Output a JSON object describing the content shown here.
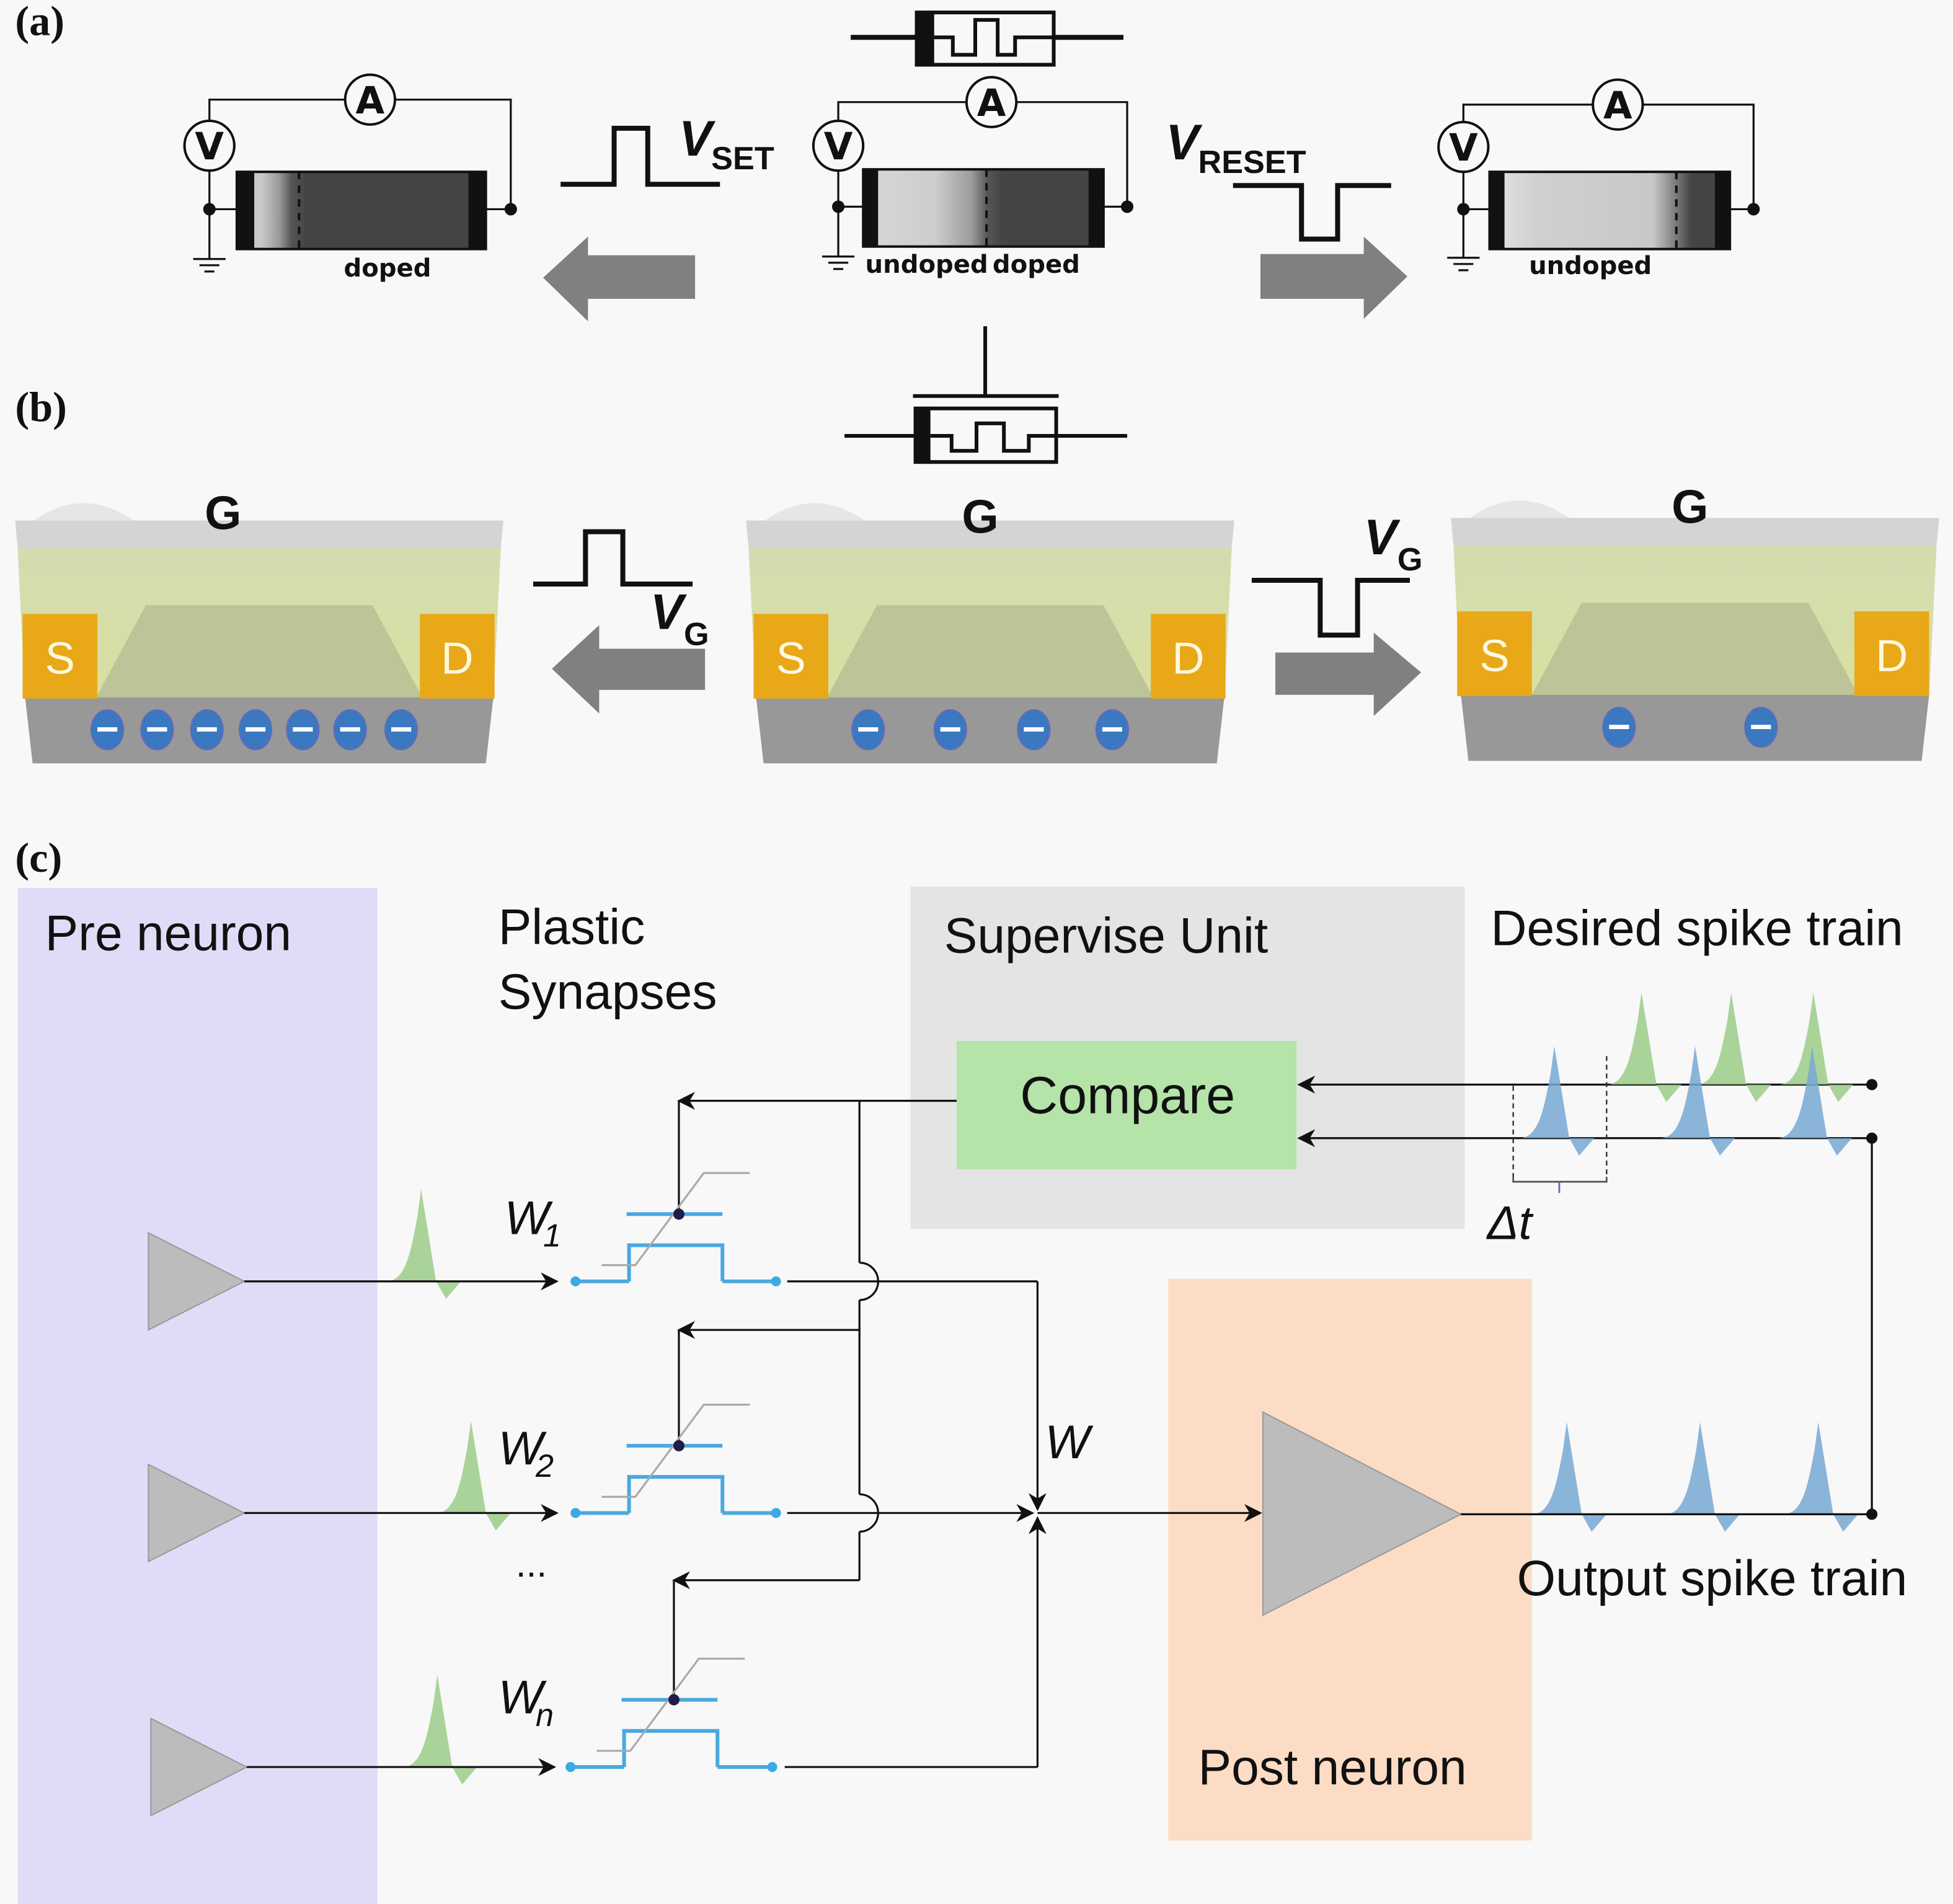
{
  "panels": {
    "a": {
      "label": "(a)",
      "devices": [
        {
          "state_label": "doped",
          "meter_v": "V",
          "meter_a": "A"
        },
        {
          "state_label_left": "undoped",
          "state_label_right": "doped",
          "meter_v": "V",
          "meter_a": "A"
        },
        {
          "state_label": "undoped",
          "meter_v": "V",
          "meter_a": "A"
        }
      ],
      "set_pulse": {
        "main": "V",
        "subscript": "SET"
      },
      "reset_pulse": {
        "main": "V",
        "subscript": "RESET"
      }
    },
    "b": {
      "label": "(b)",
      "transistors": [
        {
          "gate": "G",
          "source": "S",
          "drain": "D",
          "electron_count": 7
        },
        {
          "gate": "G",
          "source": "S",
          "drain": "D",
          "electron_count": 4
        },
        {
          "gate": "G",
          "source": "S",
          "drain": "D",
          "electron_count": 2
        }
      ],
      "left_pulse": {
        "main": "V",
        "subscript": "G"
      },
      "right_pulse": {
        "main": "V",
        "subscript": "G"
      },
      "electron_symbol": "−"
    },
    "c": {
      "label": "(c)",
      "pre_neuron": {
        "title": "Pre neuron"
      },
      "plastic_synapses": {
        "title_line1": "Plastic",
        "title_line2": "Synapses"
      },
      "supervise_unit": {
        "title": "Supervise Unit",
        "compare_label": "Compare"
      },
      "desired_spike_train": {
        "title": "Desired spike train"
      },
      "delta_t": {
        "symbol": "Δt"
      },
      "post_neuron": {
        "title": "Post neuron"
      },
      "output_spike_train": {
        "title": "Output spike train"
      },
      "weights": [
        {
          "main": "W",
          "sub": "1"
        },
        {
          "main": "W",
          "sub": "2"
        },
        {
          "main": "W",
          "sub": "n"
        }
      ],
      "ellipsis": "...",
      "sum_weight": "W"
    }
  },
  "colors": {
    "background": "#f8f8f8",
    "pre_neuron_bg": "#e0dcf8",
    "supervise_bg": "#e4e4e4",
    "compare_bg": "#b4e4a8",
    "post_neuron_bg": "#fcdcc4",
    "neuron_triangle": "#bcbcbc",
    "spike_green": "#9ccc88",
    "spike_blue": "#78a8d4",
    "synapse_blue": "#4aa8e0",
    "electron_blue": "#3a78c0",
    "contact_orange": "#e8a818",
    "arrow_gray": "#808080"
  }
}
